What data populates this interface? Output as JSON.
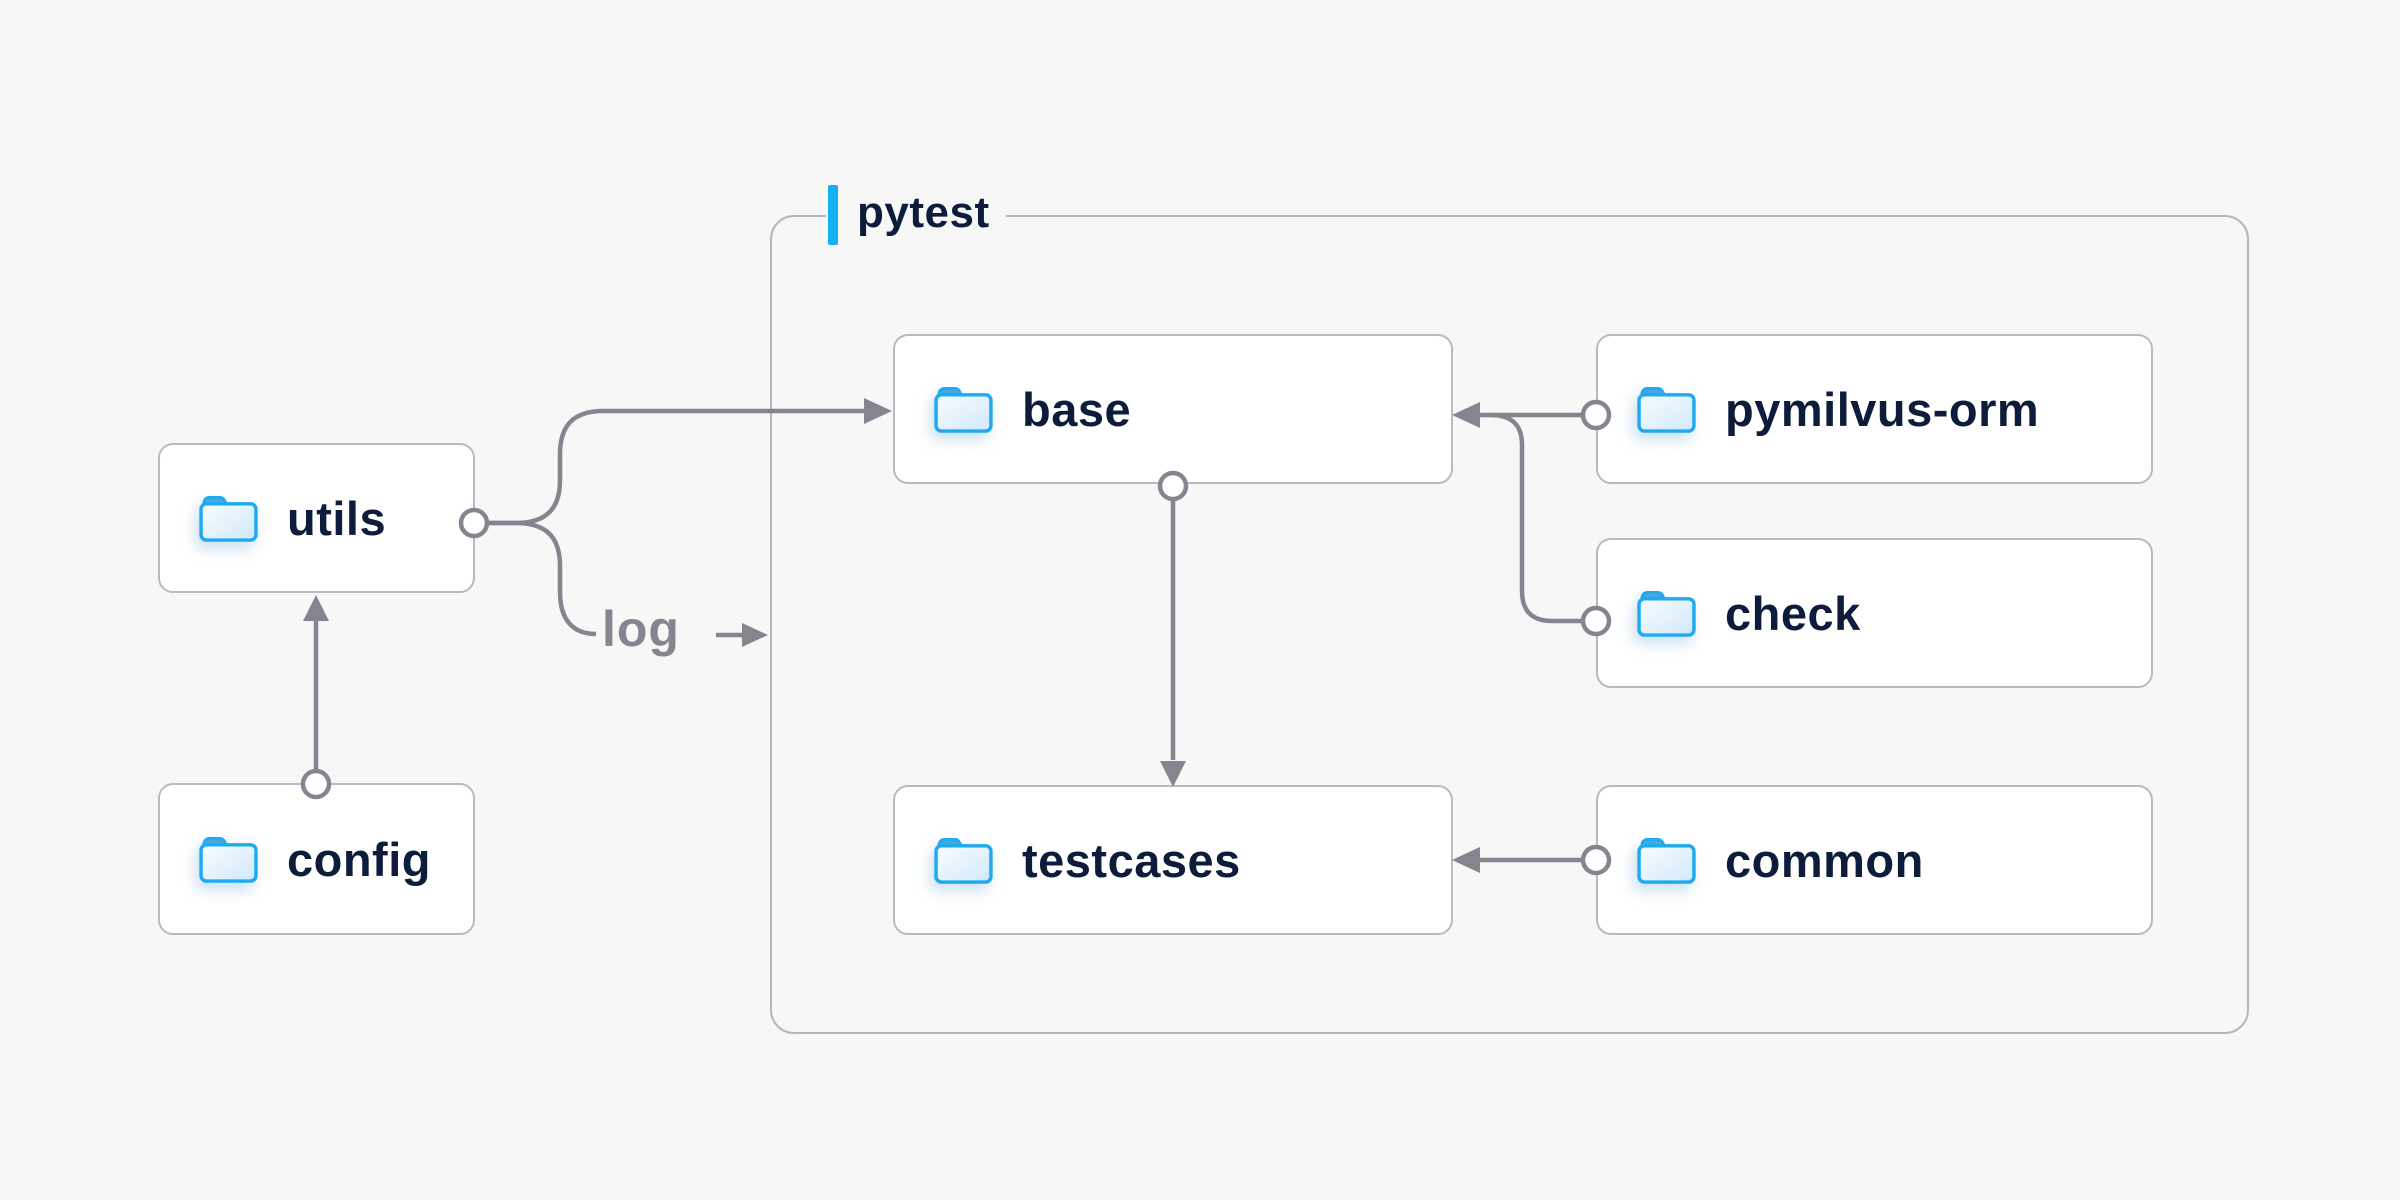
{
  "container": {
    "label": "pytest",
    "accent_color": "#12b1f3",
    "border_color": "#b4b4c2"
  },
  "nodes": [
    {
      "id": "utils",
      "label": "utils",
      "icon": "folder-icon",
      "group": null
    },
    {
      "id": "config",
      "label": "config",
      "icon": "folder-icon",
      "group": null
    },
    {
      "id": "base",
      "label": "base",
      "icon": "folder-icon",
      "group": "pytest"
    },
    {
      "id": "pymilvus-orm",
      "label": "pymilvus-orm",
      "icon": "folder-icon",
      "group": "pytest"
    },
    {
      "id": "check",
      "label": "check",
      "icon": "folder-icon",
      "group": "pytest"
    },
    {
      "id": "testcases",
      "label": "testcases",
      "icon": "folder-icon",
      "group": "pytest"
    },
    {
      "id": "common",
      "label": "common",
      "icon": "folder-icon",
      "group": "pytest"
    }
  ],
  "edges": [
    {
      "from": "utils",
      "to": "base",
      "label": ""
    },
    {
      "from": "utils",
      "to": "pytest",
      "label": "log"
    },
    {
      "from": "config",
      "to": "utils",
      "label": ""
    },
    {
      "from": "base",
      "to": "testcases",
      "label": ""
    },
    {
      "from": "pymilvus-orm",
      "to": "base",
      "label": ""
    },
    {
      "from": "check",
      "to": "base",
      "label": ""
    },
    {
      "from": "common",
      "to": "testcases",
      "label": ""
    }
  ],
  "edge_label": {
    "text": "log"
  },
  "colors": {
    "background": "#f7f7f8",
    "node_fill": "#ffffff",
    "node_border": "#b8b8c6",
    "node_text": "#0e1c3c",
    "connector": "#85858f",
    "accent_cyan": "#12b1f3",
    "folder_outline": "#1eaaf2",
    "folder_tab": "#4da6db"
  }
}
